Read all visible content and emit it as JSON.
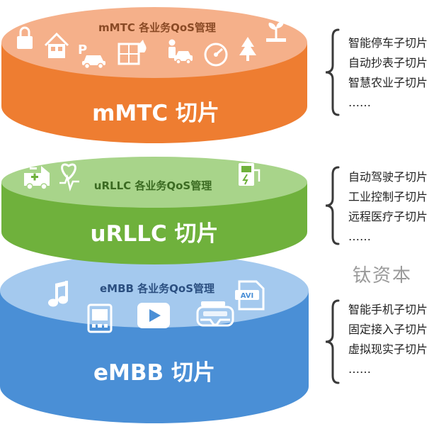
{
  "layers": [
    {
      "id": "mmtc",
      "qos_label": "mMTC 各业务QoS管理",
      "title": "mMTC 切片",
      "colors": {
        "side": "#ee7d31",
        "top": "#f5b08a",
        "text": "#8a4a25"
      },
      "icons": [
        "lock-icon",
        "house-icon",
        "parking-car-icon",
        "building-fire-icon",
        "person-car-icon",
        "gauge-icon",
        "tree-icon",
        "plant-icon"
      ],
      "sub_slices": [
        "智能停车子切片",
        "自动抄表子切片",
        "智慧农业子切片",
        "……"
      ]
    },
    {
      "id": "urllc",
      "qos_label": "uRLLC 各业务QoS管理",
      "title": "uRLLC 切片",
      "colors": {
        "side": "#6fb13c",
        "top": "#a8d48a",
        "text": "#3b6b22"
      },
      "icons": [
        "ambulance-icon",
        "heart-pulse-icon",
        "charging-station-icon"
      ],
      "sub_slices": [
        "自动驾驶子切片",
        "工业控制子切片",
        "远程医疗子切片",
        "……"
      ]
    },
    {
      "id": "embb",
      "qos_label": "eMBB 各业务QoS管理",
      "title": "eMBB 切片",
      "colors": {
        "side": "#4a8fd6",
        "top": "#a4c9ee",
        "text": "#2b4f80"
      },
      "icons": [
        "music-note-icon",
        "media-player-icon",
        "play-button-icon",
        "vr-headset-icon",
        "avi-file-icon"
      ],
      "sub_slices": [
        "智能手机子切片",
        "固定接入子切片",
        "虚拟现实子切片",
        "……"
      ]
    }
  ],
  "bracket_color": "#3a3a3a",
  "watermark": "钛资本"
}
